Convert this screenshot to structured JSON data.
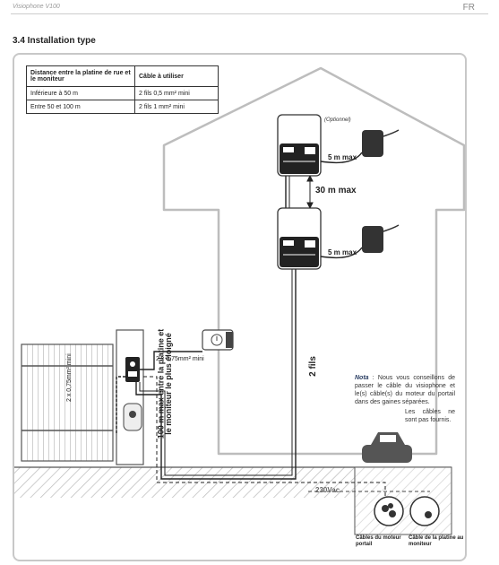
{
  "header": {
    "product": "Visiophone V100",
    "lang": "FR"
  },
  "section": {
    "title": "3.4  Installation type"
  },
  "table": {
    "headers": [
      "Distance entre la platine de rue et le moniteur",
      "Câble à utiliser"
    ],
    "rows": [
      [
        "Inférieure à 50 m",
        "2 fils 0,5 mm² mini"
      ],
      [
        "Entre 50 et 100 m",
        "2 fils 1 mm² mini"
      ]
    ]
  },
  "labels": {
    "optional": "(Optionnel)",
    "five_m_max_top": "5 m max",
    "thirty_m_max": "30 m max",
    "five_m_max_bottom": "5 m max",
    "cable_lock": "2 x 0,75mm² mini",
    "cable_motor": "2 x 0,75mm² mini",
    "distance_line1": "100 m max entre la platine et",
    "distance_line2": "le moniteur le plus éloigné",
    "two_wires": "2 fils",
    "vac": "230Vac",
    "cables_motor": "Câbles du moteur portail",
    "cable_platine": "Câble de la platine au moniteur"
  },
  "note": {
    "lead": "Nota",
    "text": "Nous vous conseillons de passer le câble du visiophone et le(s) câble(s) du moteur du portail dans des gaines séparées.",
    "text2": "Les câbles ne sont pas fournis."
  }
}
